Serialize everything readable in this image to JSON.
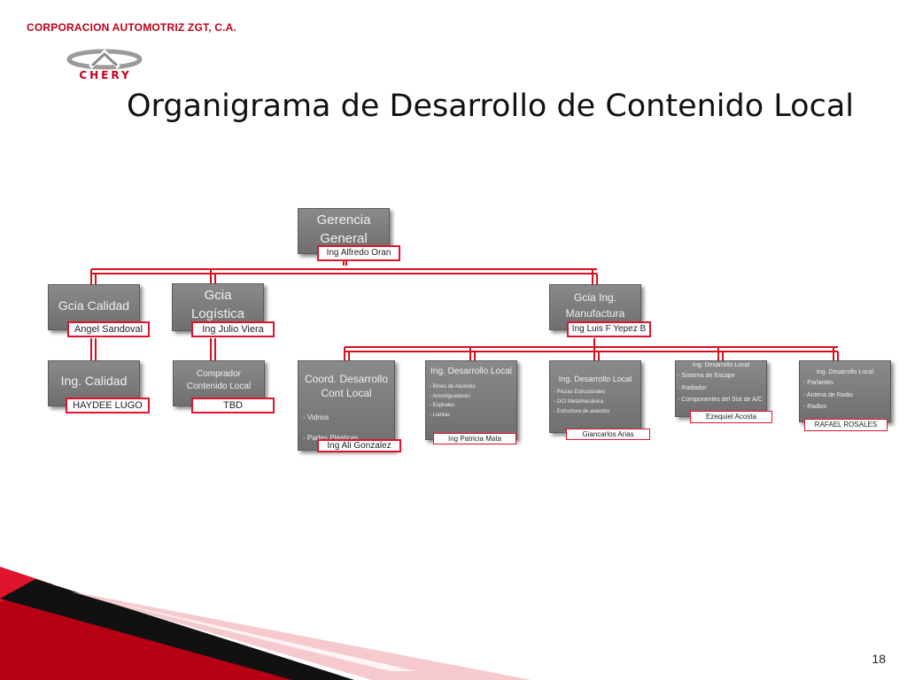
{
  "header": {
    "company": "CORPORACION AUTOMOTRIZ  ZGT, C.A.",
    "logo_text": "CHERY",
    "title": "Organigrama de Desarrollo de Contenido Local"
  },
  "org": {
    "root": {
      "label": "Gerencia General",
      "person": "Ing Alfredo Oran"
    },
    "level2": [
      {
        "label": "Gcia Calidad",
        "person": "Angel Sandoval"
      },
      {
        "label": "Gcia Logística",
        "person": "Ing Julio Viera"
      },
      {
        "label": "Gcia Ing. Manufactura",
        "person": "Ing Luis F Yepez B"
      }
    ],
    "level3": [
      {
        "label": "Ing. Calidad",
        "person": "HAYDEE LUGO",
        "items": []
      },
      {
        "label": "Comprador Contenido Local",
        "person": "TBD",
        "items": []
      },
      {
        "label": "Coord. Desarrollo Cont Local",
        "person": "Ing Ali Gonzalez",
        "items": [
          "- Vidrios",
          "- Partes Plásticas"
        ]
      },
      {
        "label": "Ing. Desarrollo Local",
        "person": "Ing Patricia Mata",
        "items": [
          "- Rines de Aluminio",
          "- Amortiguadores",
          "- Espirales",
          "- Llantas"
        ]
      },
      {
        "label": "Ing. Desarrollo Local",
        "person": "Giancarlos Arias",
        "items": [
          "- Piezas Estructurales",
          "- OCI Metalmecánica",
          "- Estructura de asientos"
        ]
      },
      {
        "label": "Ing. Desarrollo Local",
        "person": "Ezequiel Acosta",
        "items": [
          "- Sistema de Escape",
          "- Radiador",
          "- Componentes del Sist de A/C"
        ]
      },
      {
        "label": "Ing. Desarrollo Local",
        "person": "RAFAEL ROSALES",
        "items": [
          "- Parlantes",
          "- Antena de Radio",
          "- Radios"
        ]
      }
    ]
  },
  "footer": {
    "page_number": "18"
  },
  "colors": {
    "accent": "#e0142c",
    "box": "#7a7a7a"
  }
}
